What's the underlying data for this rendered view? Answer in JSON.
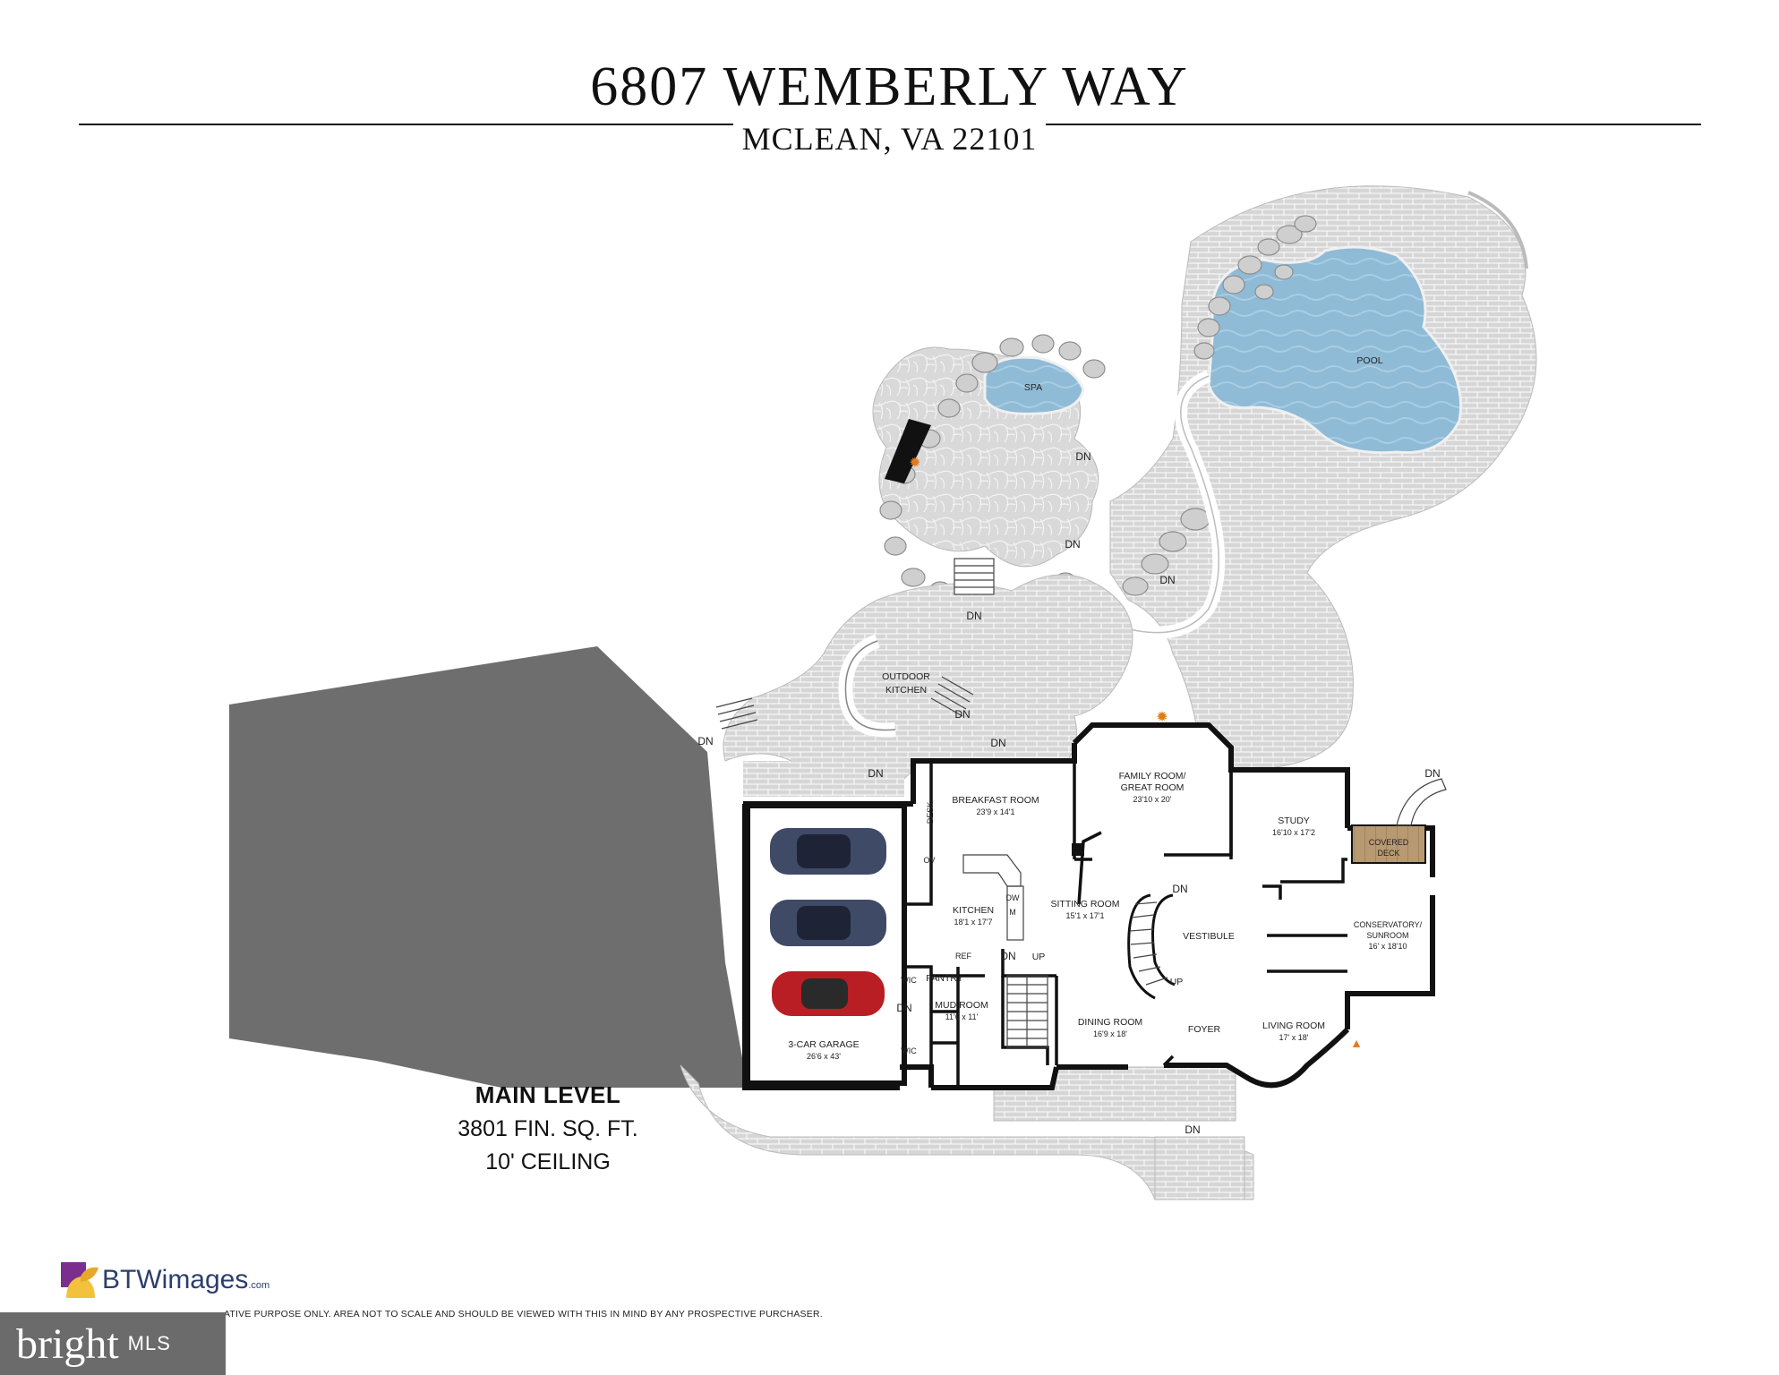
{
  "header": {
    "title": "6807 WEMBERLY WAY",
    "subtitle": "MCLEAN, VA 22101"
  },
  "outdoor": {
    "spa": "SPA",
    "pool": "POOL",
    "outdoor_kitchen_1": "OUTDOOR",
    "outdoor_kitchen_2": "KITCHEN",
    "dn": "DN"
  },
  "rooms": {
    "breakfast": {
      "name": "BREAKFAST ROOM",
      "dims": "23'9 x 14'1"
    },
    "family": {
      "name1": "FAMILY ROOM/",
      "name2": "GREAT ROOM",
      "dims": "23'10 x 20'"
    },
    "study": {
      "name": "STUDY",
      "dims": "16'10 x 17'2"
    },
    "covered_deck": {
      "name1": "COVERED",
      "name2": "DECK"
    },
    "conservatory": {
      "name1": "CONSERVATORY/",
      "name2": "SUNROOM",
      "dims": "16' x 18'10"
    },
    "kitchen": {
      "name": "KITCHEN",
      "dims": "18'1 x 17'7"
    },
    "sitting": {
      "name": "SITTING ROOM",
      "dims": "15'1 x 17'1"
    },
    "vestibule": {
      "name": "VESTIBULE"
    },
    "pantry": {
      "name": "PANTRY"
    },
    "mud": {
      "name": "MUD ROOM",
      "dims": "11'6 x 11'"
    },
    "dining": {
      "name": "DINING ROOM",
      "dims": "16'9 x 18'"
    },
    "foyer": {
      "name": "FOYER"
    },
    "living": {
      "name": "LIVING ROOM",
      "dims": "17' x 18'"
    },
    "garage": {
      "name": "3-CAR GARAGE",
      "dims": "26'6 x 43'"
    },
    "wic": "WIC",
    "desk": "DESK",
    "ov": "OV",
    "dw": "DW",
    "m": "M",
    "ref": "REF",
    "up": "UP"
  },
  "level": {
    "name": "MAIN LEVEL",
    "area": "3801 FIN. SQ. FT.",
    "ceiling": "10' CEILING"
  },
  "brand": {
    "logo_text": "BTWimages",
    "logo_suffix": ".com"
  },
  "disclaimer": "ATIVE PURPOSE ONLY. AREA NOT TO SCALE AND SHOULD BE VIEWED WITH THIS IN MIND BY ANY PROSPECTIVE PURCHASER.",
  "mls": {
    "bright": "bright",
    "mls": "MLS"
  },
  "colors": {
    "driveway": "#6e6e6e",
    "paver": "#d4d4d4",
    "water": "#8fbbd6",
    "deck": "#b89a72",
    "wall": "#111111"
  }
}
